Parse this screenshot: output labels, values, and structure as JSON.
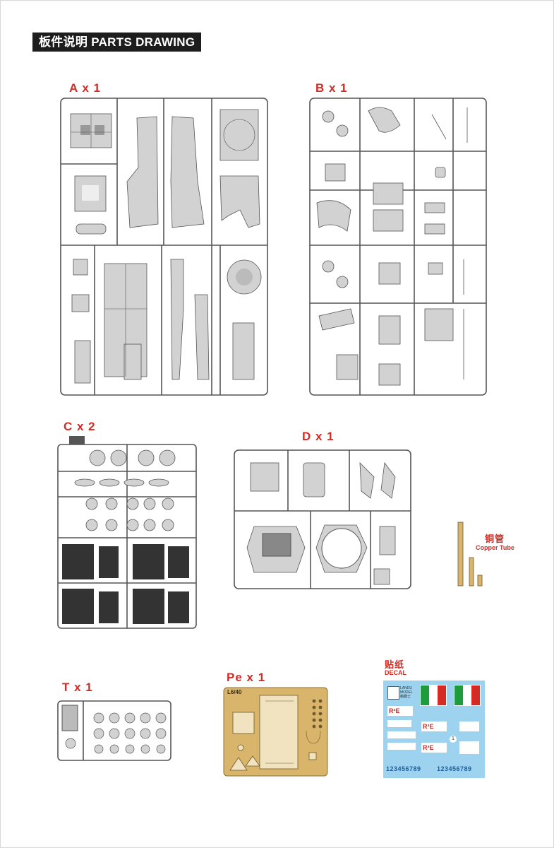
{
  "header": {
    "title": "板件说明 PARTS DRAWING"
  },
  "sprues": {
    "a": {
      "label": "A x 1"
    },
    "b": {
      "label": "B x 1"
    },
    "c": {
      "label": "C x 2"
    },
    "d": {
      "label": "D x 1"
    },
    "t": {
      "label": "T x 1"
    },
    "pe": {
      "label": "Pe x 1",
      "fret_code": "L6/40"
    }
  },
  "copper": {
    "label_cn": "铜管",
    "label_en": "Copper Tube"
  },
  "decal": {
    "label_cn": "贴纸",
    "label_en": "DECAL",
    "brand_top": "LANDU",
    "brand_mid": "MODEL",
    "brand_bot": "萌趣士",
    "plate": "R³E",
    "numbers_left": "123456789",
    "numbers_right": "123456789",
    "marker": "1"
  },
  "colors": {
    "accent": "#d42b24",
    "plastic": "#d2d2d2",
    "brass": "#d9b56c",
    "decal_bg": "#9ed3ef"
  }
}
